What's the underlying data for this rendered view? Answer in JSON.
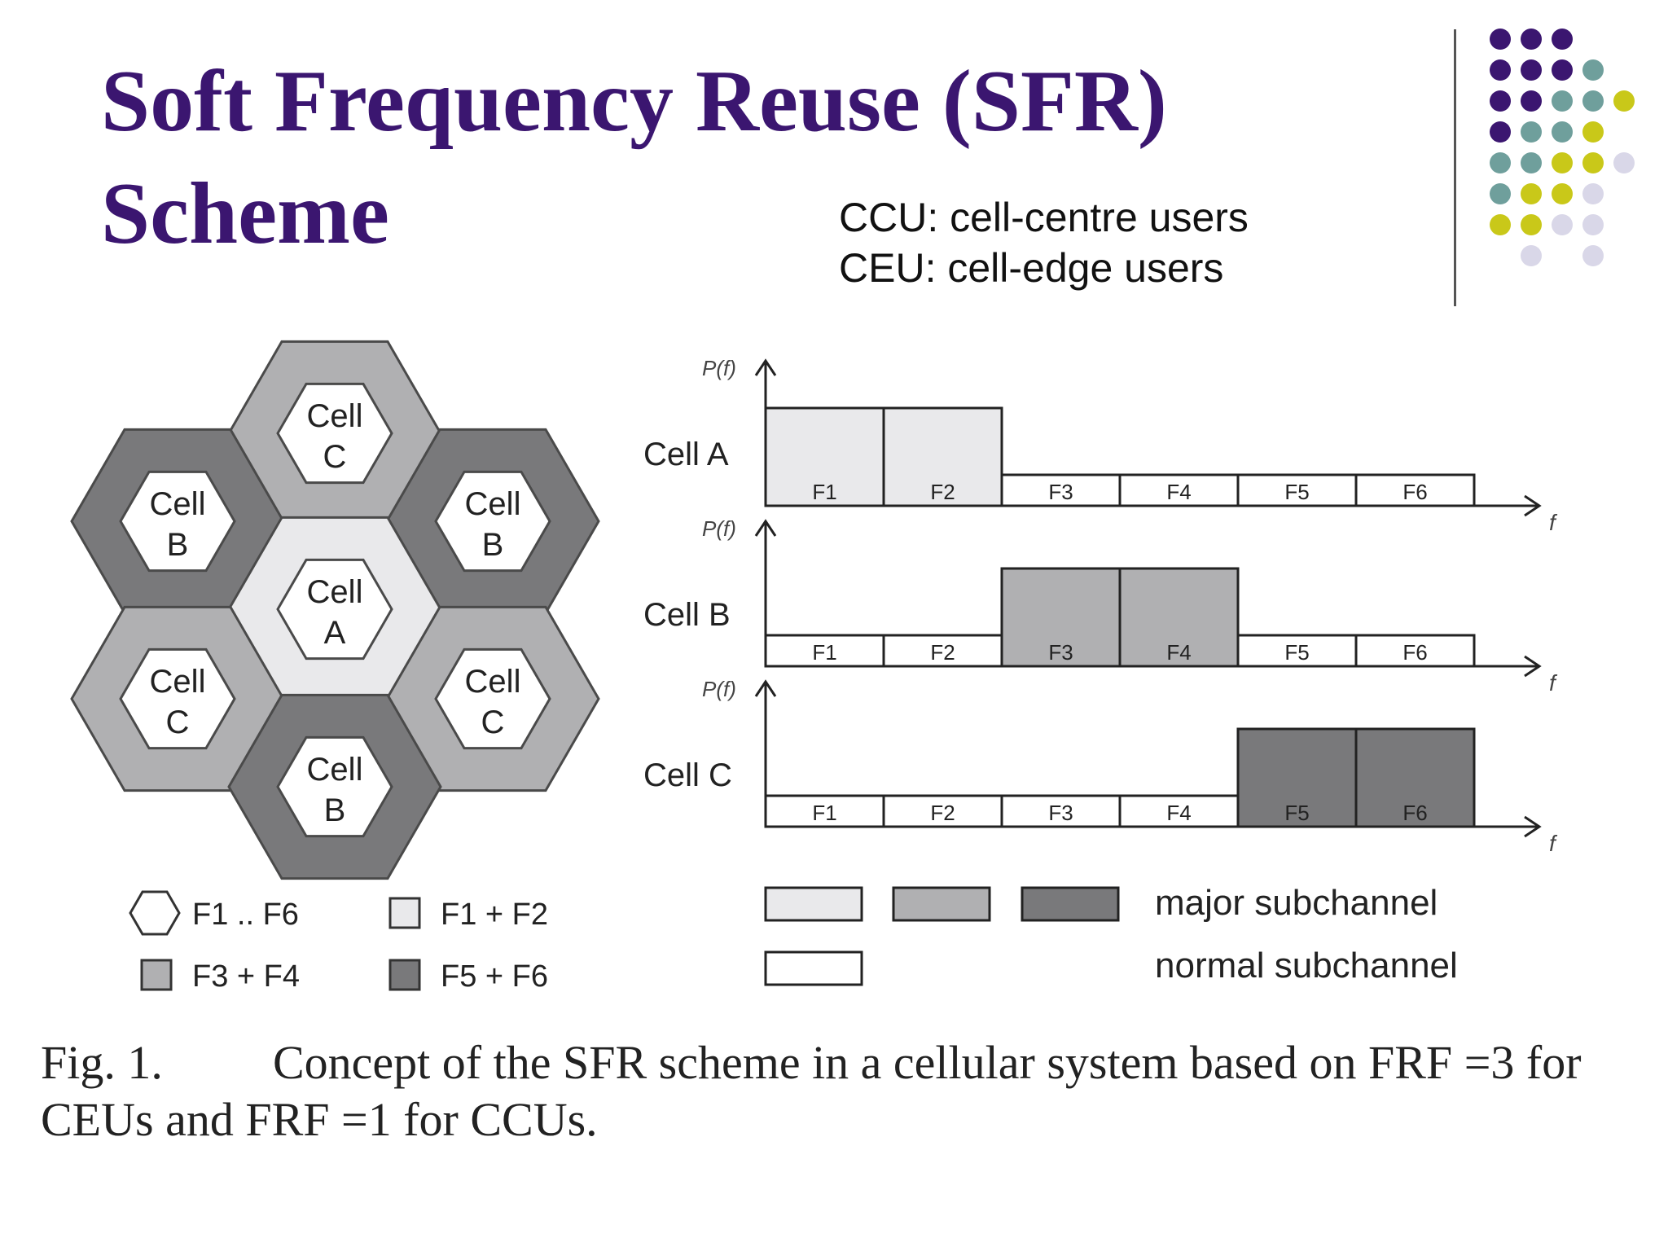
{
  "title": {
    "line1": "Soft Frequency Reuse (SFR)",
    "line2": "Scheme"
  },
  "definitions": [
    "CCU: cell-centre users",
    "CEU: cell-edge users"
  ],
  "colors": {
    "title": "#3b1670",
    "purple_dot": "#3b1670",
    "teal_dot": "#6f9f9c",
    "olive_dot": "#c9c819",
    "lavender_dot": "#d9d7e8",
    "light_fill": "#e9e9eb",
    "medium_fill": "#b0b0b2",
    "dark_fill": "#79797b"
  },
  "hex_diagram": {
    "cells": [
      {
        "line1": "Cell",
        "line2": "C",
        "ring": "medium"
      },
      {
        "line1": "Cell",
        "line2": "B",
        "ring": "dark"
      },
      {
        "line1": "Cell",
        "line2": "B",
        "ring": "dark"
      },
      {
        "line1": "Cell",
        "line2": "A",
        "ring": "light"
      },
      {
        "line1": "Cell",
        "line2": "C",
        "ring": "medium"
      },
      {
        "line1": "Cell",
        "line2": "C",
        "ring": "medium"
      },
      {
        "line1": "Cell",
        "line2": "B",
        "ring": "dark"
      }
    ],
    "legend": [
      {
        "label": "F1 .. F6",
        "swatch": "hexagon"
      },
      {
        "label": "F1 + F2",
        "swatch": "light"
      },
      {
        "label": "F3 + F4",
        "swatch": "medium"
      },
      {
        "label": "F5 + F6",
        "swatch": "dark"
      }
    ]
  },
  "spectrum": {
    "y_label": "P(f)",
    "x_label": "f",
    "subchannels": [
      "F1",
      "F2",
      "F3",
      "F4",
      "F5",
      "F6"
    ],
    "rows": [
      {
        "cell": "Cell A",
        "major": [
          "F1",
          "F2"
        ],
        "shade": "light"
      },
      {
        "cell": "Cell B",
        "major": [
          "F3",
          "F4"
        ],
        "shade": "medium"
      },
      {
        "cell": "Cell C",
        "major": [
          "F5",
          "F6"
        ],
        "shade": "dark"
      }
    ],
    "legend": {
      "major": "major subchannel",
      "normal": "normal subchannel"
    }
  },
  "caption": {
    "number": "Fig. 1.",
    "text": "Concept of the SFR scheme in a cellular system based on FRF =3 for CEUs and FRF =1 for CCUs."
  }
}
